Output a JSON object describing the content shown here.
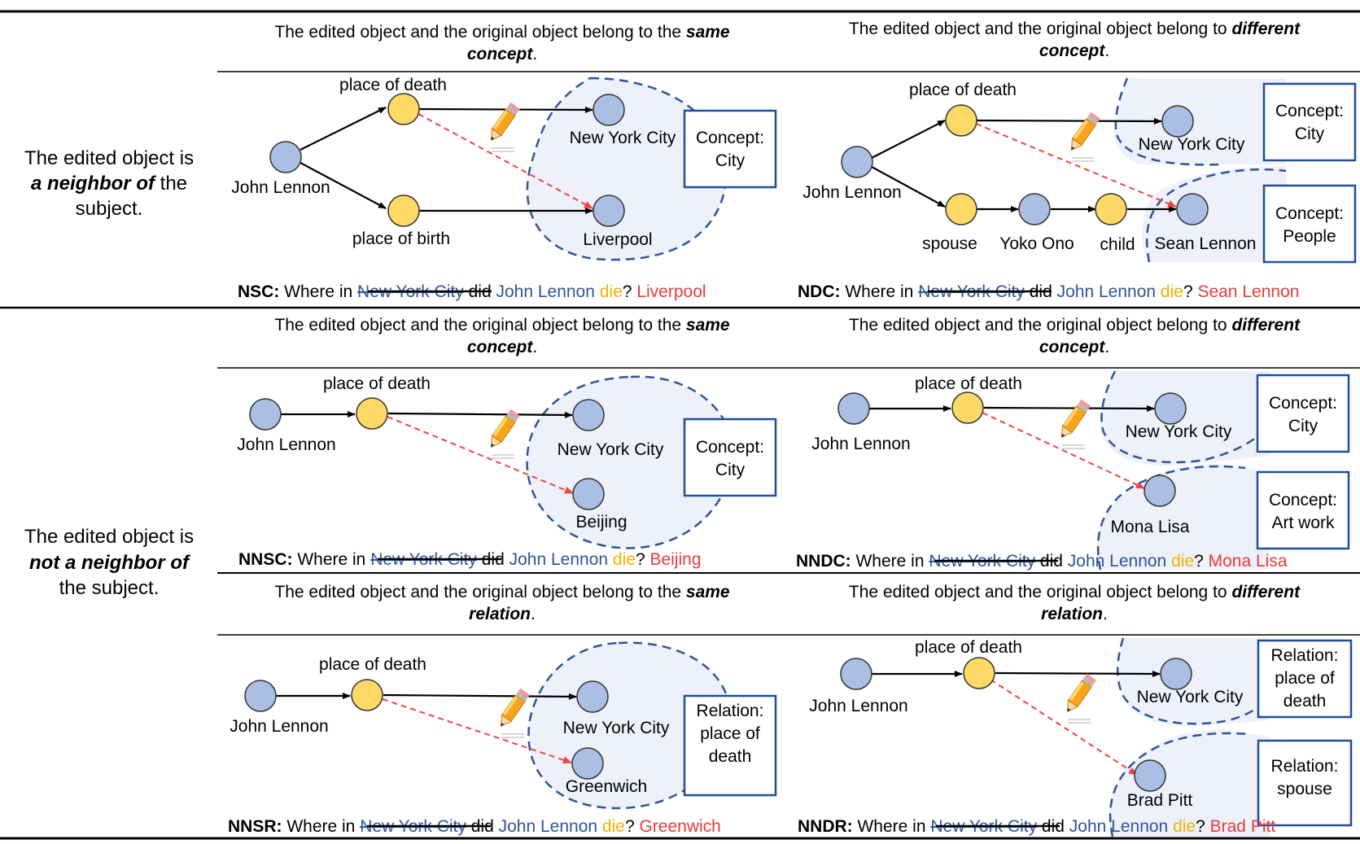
{
  "colors": {
    "subject_node": "#aabfe3",
    "relation_node": "#ffd966",
    "blue_text": "#2f5597",
    "red_text": "#e83b3b",
    "die_text": "#f2b100",
    "dashed_arrow": "#ef4444",
    "concept_region": "#eef1fa",
    "concept_border": "#2f5597",
    "box_border": "#1f4e9b"
  },
  "icons": [
    "pencil-icon"
  ],
  "row_labels": {
    "neighbor": {
      "line1": "The edited object is",
      "line2_bold": "a neighbor of",
      "line2_tail": " the",
      "line3": "subject."
    },
    "not_neighbor": {
      "line1": "The edited object is",
      "line2_bold": "not a neighbor of",
      "line3": "the subject."
    }
  },
  "headers": {
    "same_concept": {
      "prefix": "The edited object and the original object belong to the ",
      "bold": "same",
      "line2_bold": "concept",
      "line2_tail": "."
    },
    "different_concept": {
      "prefix": "The edited object and the original object belong to ",
      "bold": "different",
      "line2_bold": "concept",
      "line2_tail": "."
    },
    "same_relation": {
      "prefix": "The edited object and the original object belong to the ",
      "bold": "same",
      "line2_bold": "relation",
      "line2_tail": "."
    },
    "different_relation": {
      "prefix": "The edited object and the original object belong to ",
      "bold": "different",
      "line2_bold": "relation",
      "line2_tail": "."
    }
  },
  "panels": {
    "nsc": {
      "labels": {
        "rel1": "place of death",
        "rel2": "place of birth",
        "subject": "John Lennon",
        "orig": "New York City",
        "edited": "Liverpool"
      },
      "box": {
        "line1": "Concept:",
        "line2": "City"
      },
      "question": {
        "tag": "NSC:",
        "pre": " Where in ",
        "struck": "New York City",
        "did": " did ",
        "subject": "John Lennon",
        "sp": " ",
        "verb": "die",
        "q": "? ",
        "answer": "Liverpool"
      }
    },
    "ndc": {
      "labels": {
        "rel1": "place of death",
        "subject": "John Lennon",
        "orig": "New York City",
        "spouse": "spouse",
        "yoko": "Yoko Ono",
        "child": "child",
        "edited": "Sean Lennon"
      },
      "box1": {
        "line1": "Concept:",
        "line2": "City"
      },
      "box2": {
        "line1": "Concept:",
        "line2": "People"
      },
      "question": {
        "tag": "NDC:",
        "pre": " Where in ",
        "struck": "New York City",
        "did": " did ",
        "subject": "John Lennon",
        "sp": " ",
        "verb": "die",
        "q": "? ",
        "answer": "Sean Lennon"
      }
    },
    "nnsc": {
      "labels": {
        "rel1": "place of death",
        "subject": "John Lennon",
        "orig": "New York City",
        "edited": "Beijing"
      },
      "box": {
        "line1": "Concept:",
        "line2": "City"
      },
      "question": {
        "tag": "NNSC:",
        "pre": " Where in ",
        "struck": "New York City",
        "did": " did ",
        "subject": "John Lennon",
        "sp": " ",
        "verb": "die",
        "q": "? ",
        "answer": "Beijing"
      }
    },
    "nndc": {
      "labels": {
        "rel1": "place of death",
        "subject": "John Lennon",
        "orig": "New York City",
        "edited": "Mona Lisa"
      },
      "box1": {
        "line1": "Concept:",
        "line2": "City"
      },
      "box2": {
        "line1": "Concept:",
        "line2": "Art work"
      },
      "question": {
        "tag": "NNDC:",
        "pre": " Where in ",
        "struck": "New York City",
        "did": " did ",
        "subject": "John Lennon",
        "sp": " ",
        "verb": "die",
        "q": "? ",
        "answer": "Mona Lisa"
      }
    },
    "nnsr": {
      "labels": {
        "rel1": "place of death",
        "subject": "John Lennon",
        "orig": "New York City",
        "edited": "Greenwich"
      },
      "box": {
        "line1": "Relation:",
        "line2": "place of",
        "line3": "death"
      },
      "question": {
        "tag": "NNSR:",
        "pre": " Where in ",
        "struck": "New York City",
        "did": " did ",
        "subject": "John Lennon",
        "sp": " ",
        "verb": "die",
        "q": "? ",
        "answer": "Greenwich"
      }
    },
    "nndr": {
      "labels": {
        "rel1": "place of death",
        "subject": "John Lennon",
        "orig": "New York City",
        "edited": "Brad Pitt"
      },
      "box1": {
        "line1": "Relation:",
        "line2": "place of",
        "line3": "death"
      },
      "box2": {
        "line1": "Relation:",
        "line2": "spouse"
      },
      "question": {
        "tag": "NNDR:",
        "pre": " Where in ",
        "struck": "New York City",
        "did": " did ",
        "subject": "John Lennon",
        "sp": " ",
        "verb": "die",
        "q": "? ",
        "answer": "Brad Pitt"
      }
    }
  }
}
